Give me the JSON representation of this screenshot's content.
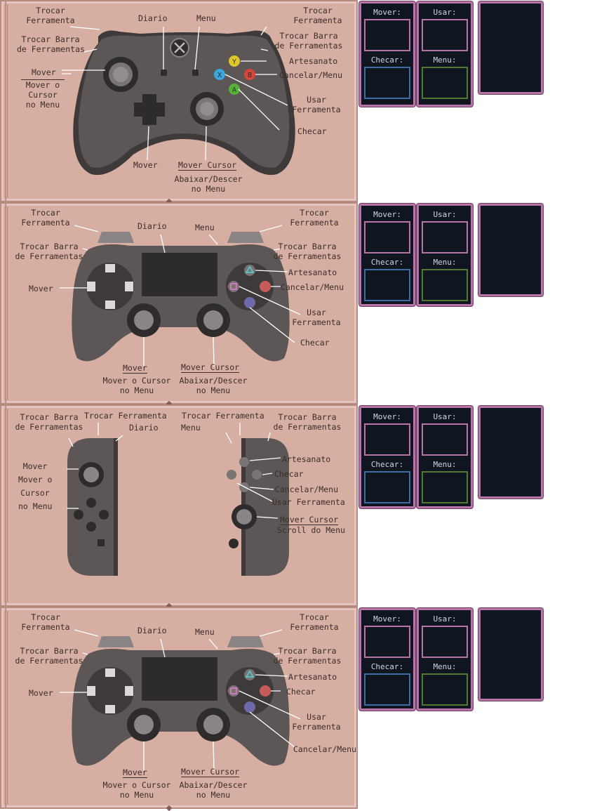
{
  "xbox": {
    "labels": {
      "lt": "Trocar\nFerramenta",
      "lb": "Trocar Barra\nde Ferramentas",
      "move": "Mover",
      "move_sub": "Mover o\nCursor\nno Menu",
      "view": "Diario",
      "menu": "Menu",
      "rt": "Trocar\nFerramenta",
      "rb": "Trocar Barra\nde Ferramentas",
      "y": "Artesanato",
      "b": "Cancelar/Menu",
      "x": "Usar\nFerramenta",
      "a": "Checar",
      "dpad": "Mover",
      "rstick": "Mover Cursor",
      "rstick_sub": "Abaixar/Descer\nno Menu"
    },
    "panel_titles": {
      "move": "Mover:",
      "use": "Usar:",
      "check": "Checar:",
      "menu": "Menu:"
    },
    "colors": {
      "a": "#58b23a",
      "b": "#d8453d",
      "x": "#3aa7dd",
      "y": "#e0c62a"
    }
  },
  "ps_a": {
    "labels": {
      "l2": "Trocar\nFerramenta",
      "l1": "Trocar Barra\nde Ferramentas",
      "dpad": "Mover",
      "touch": "Diario",
      "options": "Menu",
      "r2": "Trocar\nFerramenta",
      "r1": "Trocar Barra\nde Ferramentas",
      "triangle": "Artesanato",
      "circle": "Cancelar/Menu",
      "square": "Usar\nFerramenta",
      "cross": "Checar",
      "lstick": "Mover",
      "lstick_sub": "Mover o Cursor\nno Menu",
      "rstick": "Mover Cursor",
      "rstick_sub": "Abaixar/Descer\nno Menu"
    },
    "panel_titles": {
      "move": "Mover:",
      "use": "Usar:",
      "check": "Checar:",
      "menu": "Menu:"
    }
  },
  "joycon": {
    "labels": {
      "zl": "Trocar Barra\nde Ferramentas",
      "l": "Trocar Ferramenta",
      "minus": "Diario",
      "lstick": "Mover\nMover o\nCursor\nno Menu",
      "zr": "Trocar Ferramenta",
      "plus": "Menu",
      "r": "Trocar Barra\nde Ferramentas",
      "x": "Artesanato",
      "a": "Checar",
      "b": "Cancelar/Menu",
      "y": "Usar Ferramenta",
      "rstick": "Mover Cursor",
      "rstick_sub": "Scroll do Menu"
    },
    "panel_titles": {
      "move": "Mover:",
      "use": "Usar:",
      "check": "Checar:",
      "menu": "Menu:"
    }
  },
  "ps_b": {
    "labels": {
      "l2": "Trocar\nFerramenta",
      "l1": "Trocar Barra\nde Ferramentas",
      "dpad": "Mover",
      "touch": "Diario",
      "options": "Menu",
      "r2": "Trocar\nFerramenta",
      "r1": "Trocar Barra\nde Ferramentas",
      "triangle": "Artesanato",
      "circle": "Checar",
      "square": "Usar\nFerramenta",
      "cross": "Cancelar/Menu",
      "lstick": "Mover",
      "lstick_sub": "Mover o Cursor\nno Menu",
      "rstick": "Mover Cursor",
      "rstick_sub": "Abaixar/Descer\nno Menu"
    },
    "panel_titles": {
      "move": "Mover:",
      "use": "Usar:",
      "check": "Checar:",
      "menu": "Menu:"
    }
  }
}
